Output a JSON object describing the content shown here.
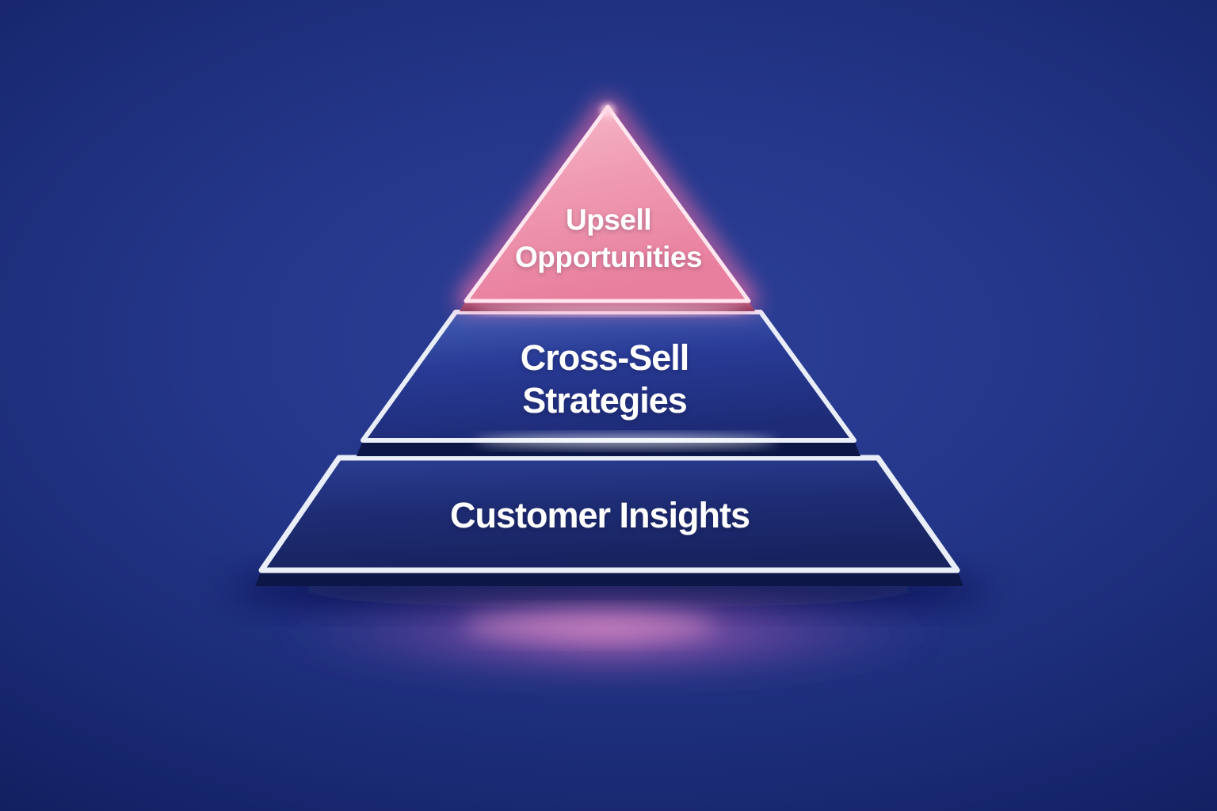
{
  "diagram": {
    "type": "pyramid",
    "levels": 3,
    "tiers": [
      {
        "rank": 1,
        "label": "Upsell Opportunities",
        "label_line1": "Upsell",
        "label_line2": "Opportunities",
        "shape": "triangle",
        "fill_color": "#ef93ad",
        "glow_color": "#ff6fa8",
        "edge_color": "#a84a6e"
      },
      {
        "rank": 2,
        "label": "Cross-Sell Strategies",
        "label_line1": "Cross-Sell",
        "label_line2": "Strategies",
        "shape": "trapezoid",
        "fill_color": "#2839912",
        "border_color": "#e9eef9"
      },
      {
        "rank": 3,
        "label": "Customer Insights",
        "label_line1": "Customer Insights",
        "label_line2": "",
        "shape": "trapezoid",
        "fill_color": "#1d2b72",
        "border_color": "#e9eef9"
      }
    ],
    "text_color": "#ffffff",
    "background": {
      "center_color": "#2c4098",
      "edge_color": "#0c1750",
      "floor_reflection_color": "#e070b8"
    }
  }
}
